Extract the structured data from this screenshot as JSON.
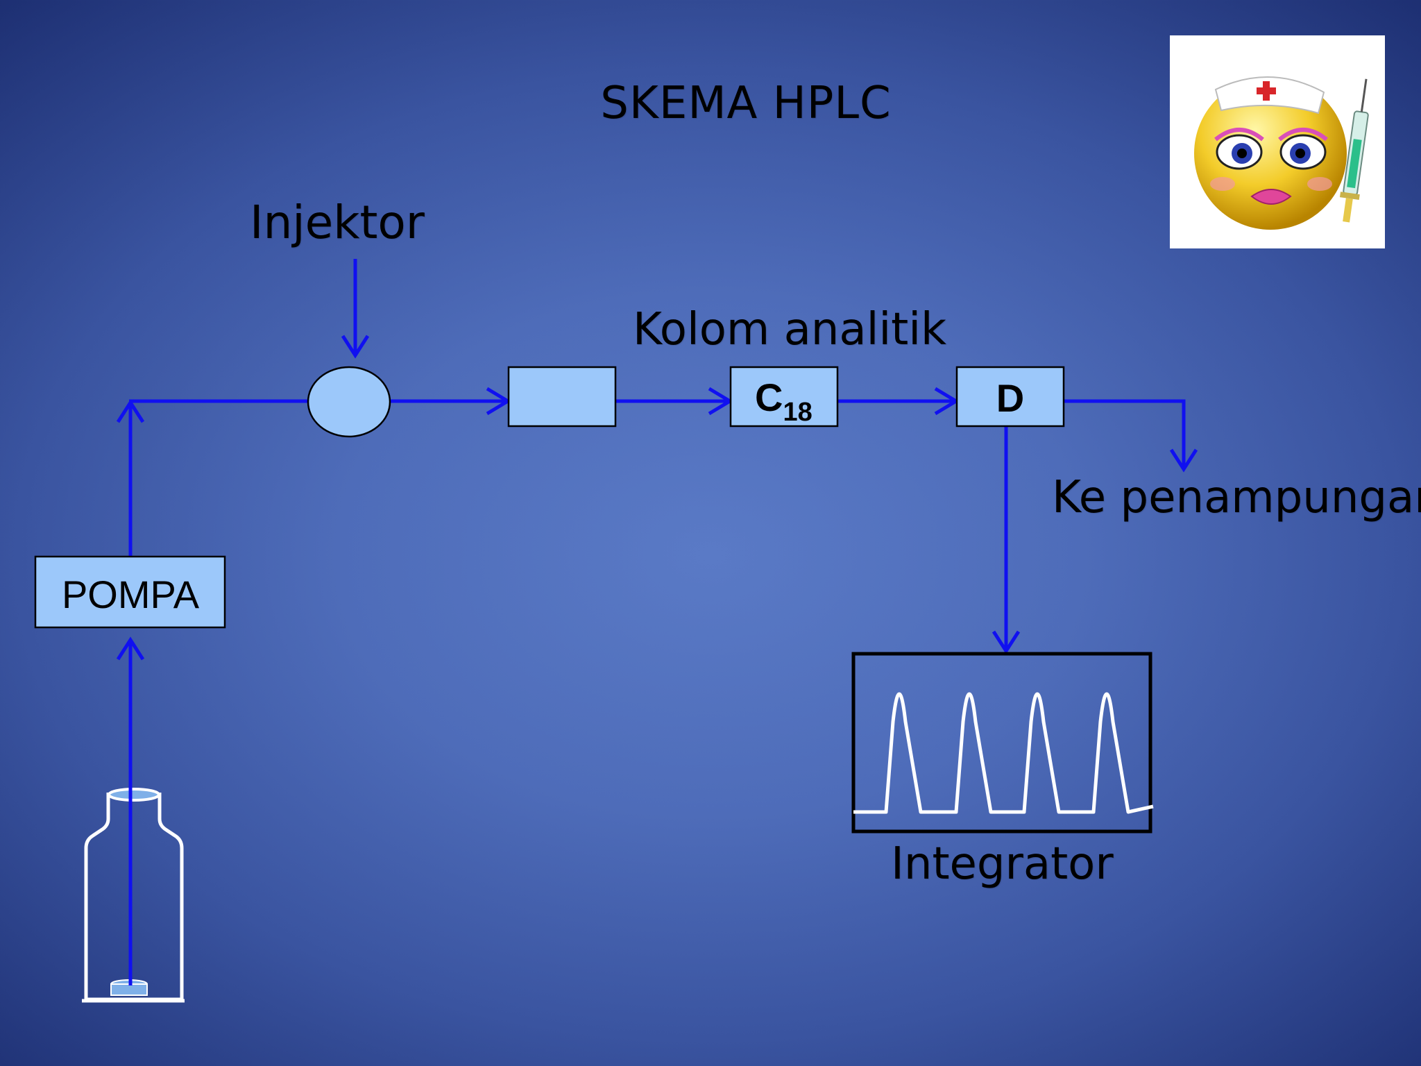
{
  "slide": {
    "title": "SKEMA HPLC",
    "labels": {
      "injektor": "Injektor",
      "kolom_analitik": "Kolom analitik",
      "ke_penampungan": "Ke penampungan",
      "integrator": "Integrator"
    },
    "boxes": {
      "pompa": "POMPA",
      "column": "C",
      "column_subscript": "18",
      "detector": "D"
    },
    "icons": {
      "logo": "nurse-smiley-with-syringe-icon",
      "reservoir": "solvent-bottle-icon",
      "injector": "injector-valve-icon"
    },
    "colors": {
      "background": "#4e6cb9",
      "flow_line": "#1010f0",
      "box_fill": "#9cc8fa",
      "box_border": "#000000",
      "trace": "#ffffff"
    }
  }
}
